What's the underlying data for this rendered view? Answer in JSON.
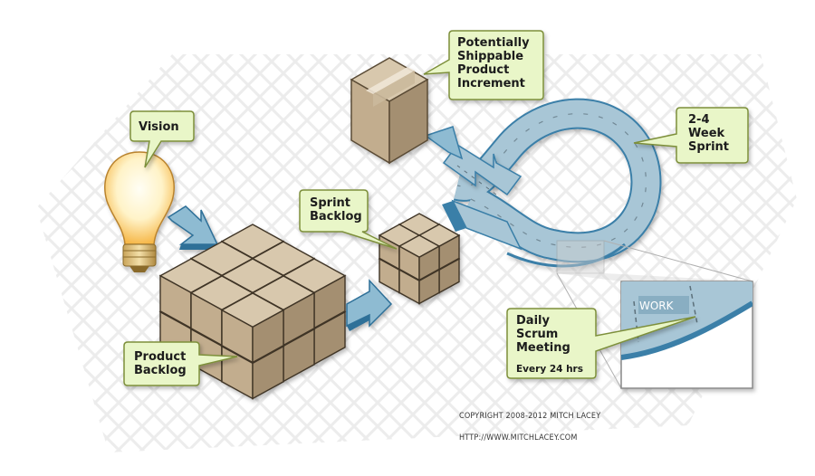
{
  "callouts": {
    "vision": [
      "Vision"
    ],
    "product_backlog": [
      "Product",
      "Backlog"
    ],
    "sprint_backlog": [
      "Sprint",
      "Backlog"
    ],
    "increment": [
      "Potentially",
      "Shippable",
      "Product",
      "Increment"
    ],
    "sprint": [
      "2-4",
      "Week",
      "Sprint"
    ],
    "daily_scrum": [
      "Daily",
      "Scrum",
      "Meeting"
    ],
    "daily_scrum_sub": "Every 24 hrs"
  },
  "work_label": "WORK",
  "copyright": {
    "line1": "COPYRIGHT 2008-2012 MITCH LACEY",
    "line2": "HTTP://WWW.MITCHLACEY.COM"
  },
  "colors": {
    "callout_fill": "#e9f6c8",
    "callout_stroke": "#7d8f3a",
    "box_top": "#d8c8ad",
    "box_left": "#c2ad8e",
    "box_right": "#a48f71",
    "track": "#a8c6d6",
    "track_dark": "#3a7fa8",
    "arrow": "#8ebbd2",
    "grid": "#ececec"
  }
}
